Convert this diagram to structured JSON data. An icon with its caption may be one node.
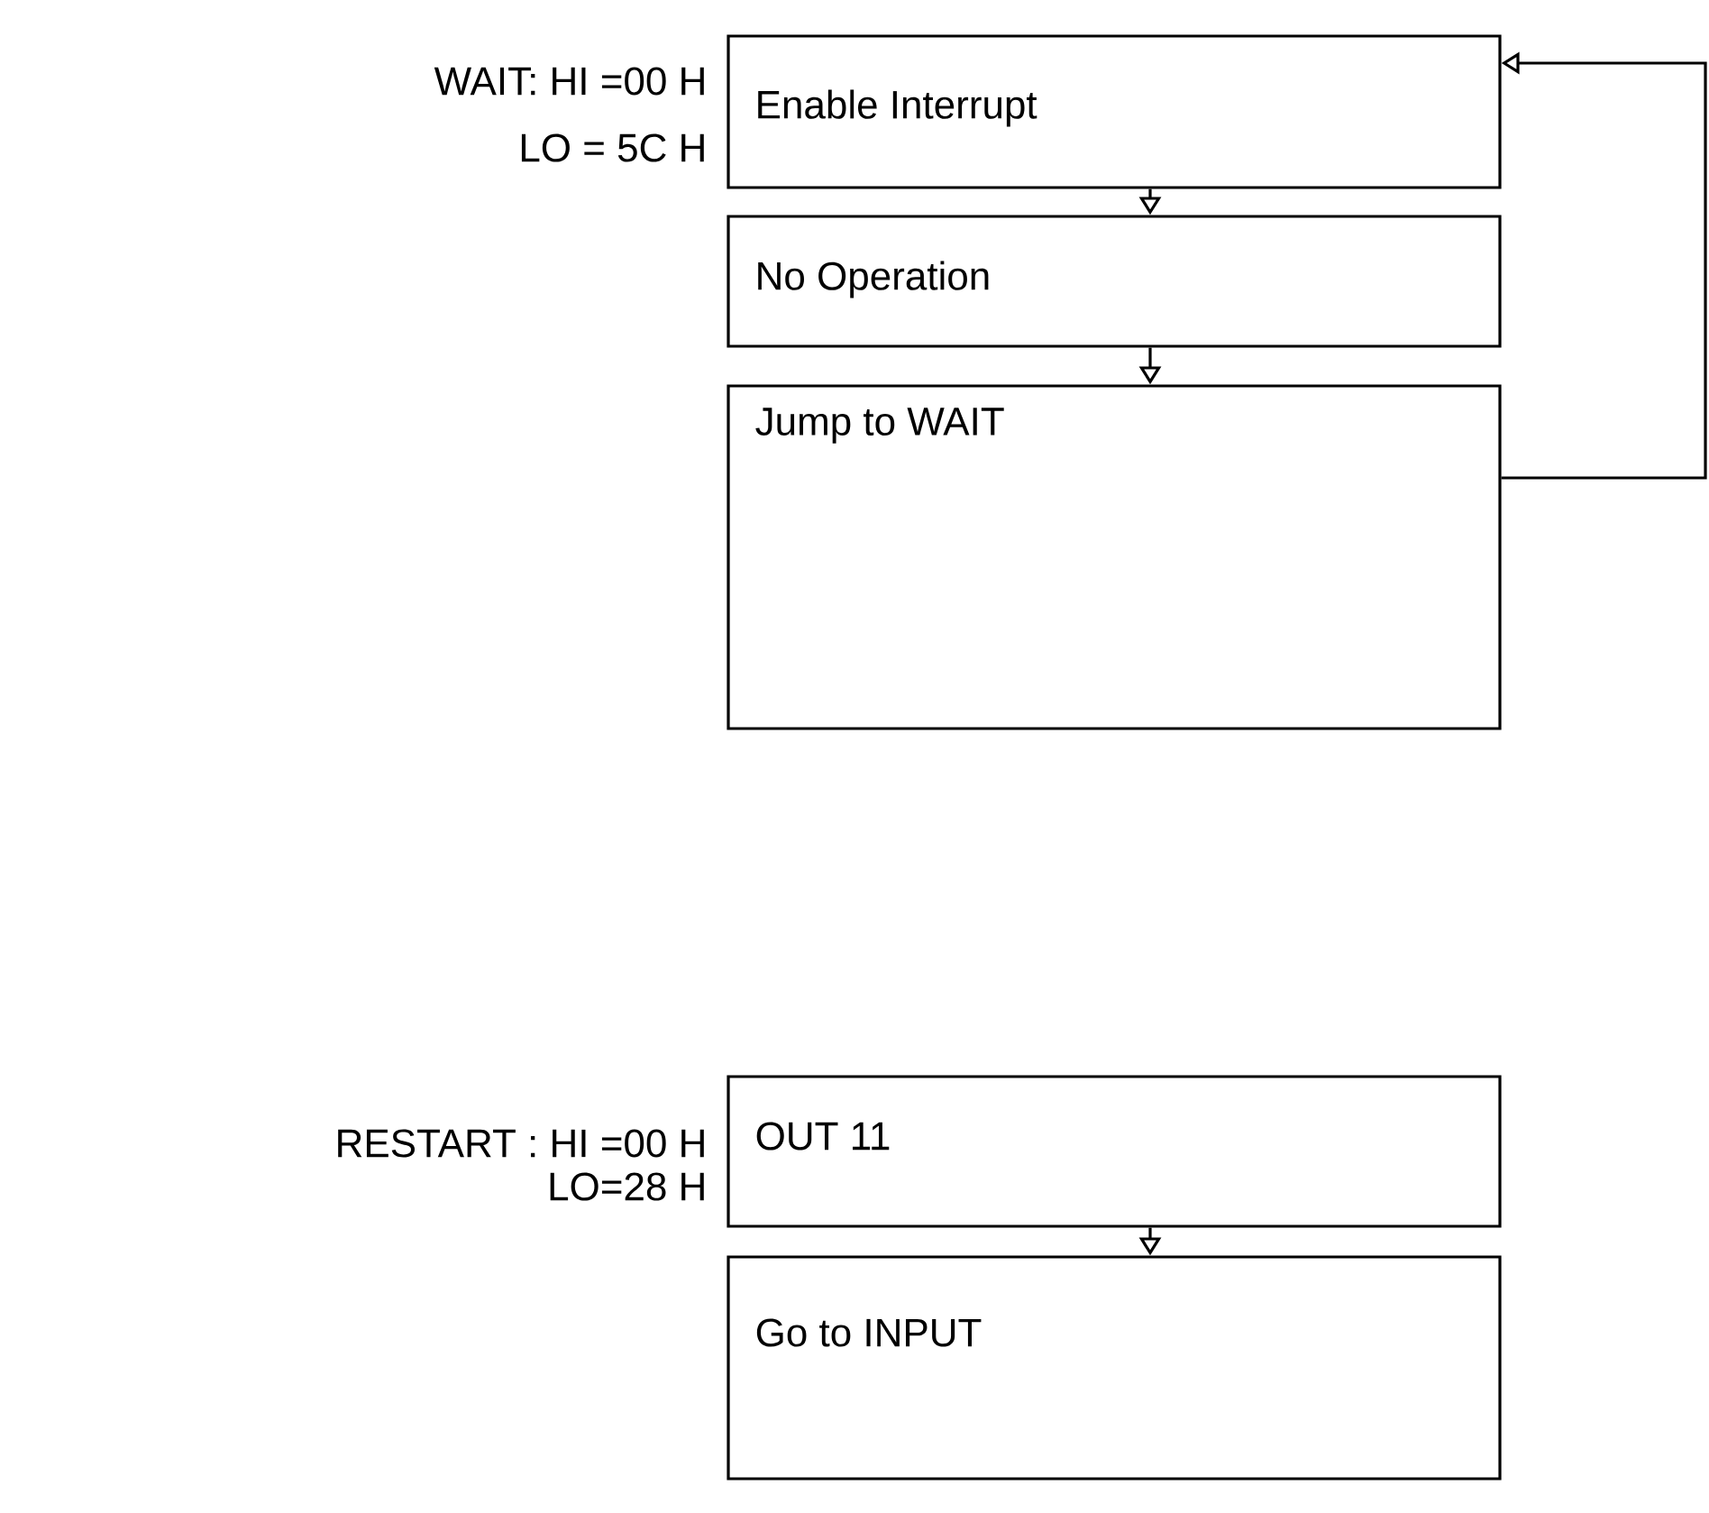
{
  "diagram": {
    "nodes": [
      {
        "text": [
          "Enable Interrupt"
        ]
      },
      {
        "text": [
          "No Operation"
        ]
      },
      {
        "text": [
          "Jump to WAIT"
        ]
      },
      {
        "text": [
          "OUT 11"
        ]
      },
      {
        "text": [
          "Go to INPUT"
        ]
      }
    ],
    "edges": [
      {
        "from": 0,
        "to": 1,
        "arrow": "to"
      },
      {
        "from": 1,
        "to": 2,
        "arrow": "to"
      },
      {
        "from": 2,
        "to": 0,
        "arrow": "to"
      },
      {
        "from": 3,
        "to": 4,
        "arrow": "to"
      }
    ],
    "labels": [
      "WAIT: HI =00 H",
      "LO = 5C H",
      "RESTART : HI =00 H",
      "LO=28 H"
    ]
  }
}
